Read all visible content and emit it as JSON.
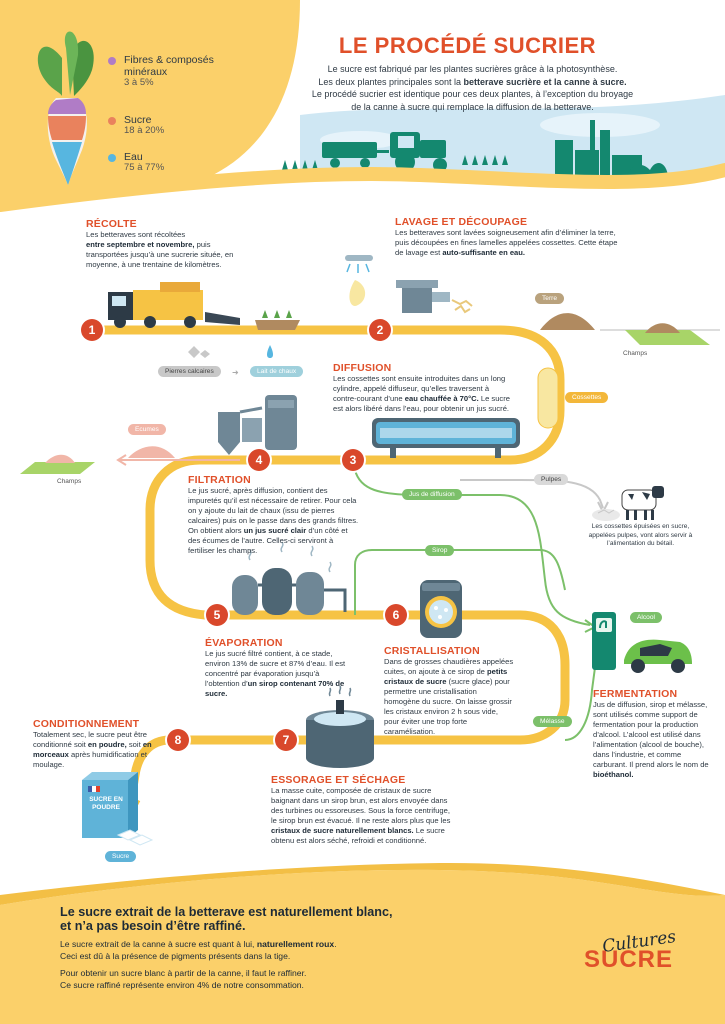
{
  "header": {
    "title": "LE PROCÉDÉ SUCRIER",
    "intro1": "Le sucre est fabriqué par les plantes sucrières grâce à la photosynthèse.",
    "intro2a": "Les deux plantes principales sont la ",
    "intro2b": "betterave sucrière et la canne à sucre.",
    "intro3": "Le procédé sucrier est identique pour ces deux plantes, à l’exception du broyage",
    "intro4": "de la canne à sucre qui remplace la diffusion de la betterave."
  },
  "composition": [
    {
      "label": "Fibres & composés minéraux",
      "value": "3 à 5%",
      "color": "#b07cc6"
    },
    {
      "label": "Sucre",
      "value": "18 à 20%",
      "color": "#e9825d"
    },
    {
      "label": "Eau",
      "value": "75 à 77%",
      "color": "#57b6e0"
    }
  ],
  "steps": {
    "recolte": {
      "num": "1",
      "title": "RÉCOLTE",
      "t1": "Les betteraves sont récoltées",
      "b1": "entre septembre et novembre,",
      "t2": "puis transportées jusqu’à une sucrerie située, en moyenne, à une trentaine de kilomètres."
    },
    "lavage": {
      "num": "2",
      "title": "LAVAGE ET DÉCOUPAGE",
      "t1": "Les betteraves sont lavées soigneusement afin d’éliminer la terre, puis découpées en fines lamelles appelées cossettes. Cette étape de lavage est",
      "b1": "auto-suffisante en eau."
    },
    "diffusion": {
      "num": "3",
      "title": "DIFFUSION",
      "t1": "Les cossettes sont ensuite introduites dans un long cylindre, appelé diffuseur, qu’elles traversent à contre-courant d’une",
      "b1": "eau chauffée à 70°C.",
      "t2": "Le sucre est alors libéré dans l’eau, pour obtenir un jus sucré."
    },
    "filtration": {
      "num": "4",
      "title": "FILTRATION",
      "t1": "Le jus sucré, après diffusion, contient des impuretés qu’il est nécessaire de retirer. Pour cela on y ajoute du lait de chaux (issu de pierres calcaires) puis on le passe dans des grands filtres. On obtient alors",
      "b1": "un jus sucré clair",
      "t2": "d’un côté et des écumes de l’autre. Celles-ci serviront à fertiliser les champs."
    },
    "evaporation": {
      "num": "5",
      "title": "ÉVAPORATION",
      "t1": "Le jus sucré filtré contient, à ce stade, environ 13% de sucre et 87% d’eau. Il est concentré par évaporation jusqu’à l’obtention d’",
      "b1": "un sirop contenant 70% de sucre."
    },
    "cristallisation": {
      "num": "6",
      "title": "CRISTALLISATION",
      "t1": "Dans de grosses chaudières appelées cuites, on ajoute à ce sirop de",
      "b1": "petits cristaux de sucre",
      "t2": "(sucre glace) pour permettre une cristallisation homogène du sucre. On laisse grossir les cristaux environ 2 h sous vide, pour éviter une trop forte caramélisation."
    },
    "essorage": {
      "num": "7",
      "title": "ESSORAGE ET SÉCHAGE",
      "t1": "La masse cuite, composée de cristaux de sucre baignant dans un sirop brun, est alors envoyée dans des turbines ou essoreuses. Sous la force centrifuge, le sirop brun est évacué. Il ne reste alors plus que les",
      "b1": "cristaux de sucre naturellement blancs.",
      "t2": "Le sucre obtenu est alors séché, refroidi et conditionné."
    },
    "conditionnement": {
      "num": "8",
      "title": "CONDITIONNEMENT",
      "t1": "Totalement sec, le sucre peut être conditionné soit",
      "b1": "en poudre,",
      "t2": "soit",
      "b2": "en morceaux",
      "t3": "après humidification et moulage."
    },
    "fermentation": {
      "title": "FERMENTATION",
      "t1": "Jus de diffusion, sirop et mélasse, sont utilisés comme support de fermentation pour la production d’alcool. L’alcool est utilisé dans l’alimentation (alcool de bouche), dans l’industrie, et comme carburant. Il prend alors le nom de",
      "b1": "bioéthanol."
    }
  },
  "tags": {
    "terre": "Terre",
    "champs1": "Champs",
    "champs2": "Champs",
    "cossettes": "Cossettes",
    "pierres": "Pierres calcaires",
    "lait": "Lait de chaux",
    "ecumes": "Ecumes",
    "pulpes": "Pulpes",
    "jus": "Jus de diffusion",
    "sirop": "Sirop",
    "alcool": "Alcool",
    "melasse": "Mélasse",
    "sucre": "Sucre",
    "box": "SUCRE EN POUDRE",
    "pulpes_note": "Les cossettes épuisées en sucre, appelées pulpes, vont alors servir à l’alimentation du bétail."
  },
  "footer": {
    "headline1": "Le sucre extrait de la betterave est naturellement blanc,",
    "headline2": "et n’a pas besoin d’être raffiné.",
    "p1a": "Le sucre extrait de la canne à sucre est quant à lui, ",
    "p1b": "naturellement roux",
    "p1c": ".",
    "p2": "Ceci est dû à la présence de pigments présents dans la tige.",
    "p3": "Pour obtenir un sucre blanc à partir de la canne, il faut le raffiner.",
    "p4": "Ce sucre raffiné représente environ 4% de notre consommation.",
    "logo_top": "Cultures",
    "logo_bottom": "SUCRE"
  },
  "colors": {
    "orange": "#e0502a",
    "path": "#f6c344",
    "green": "#7cc06a",
    "yellowbg": "#fbd06a",
    "sky": "#cfe7f3"
  }
}
